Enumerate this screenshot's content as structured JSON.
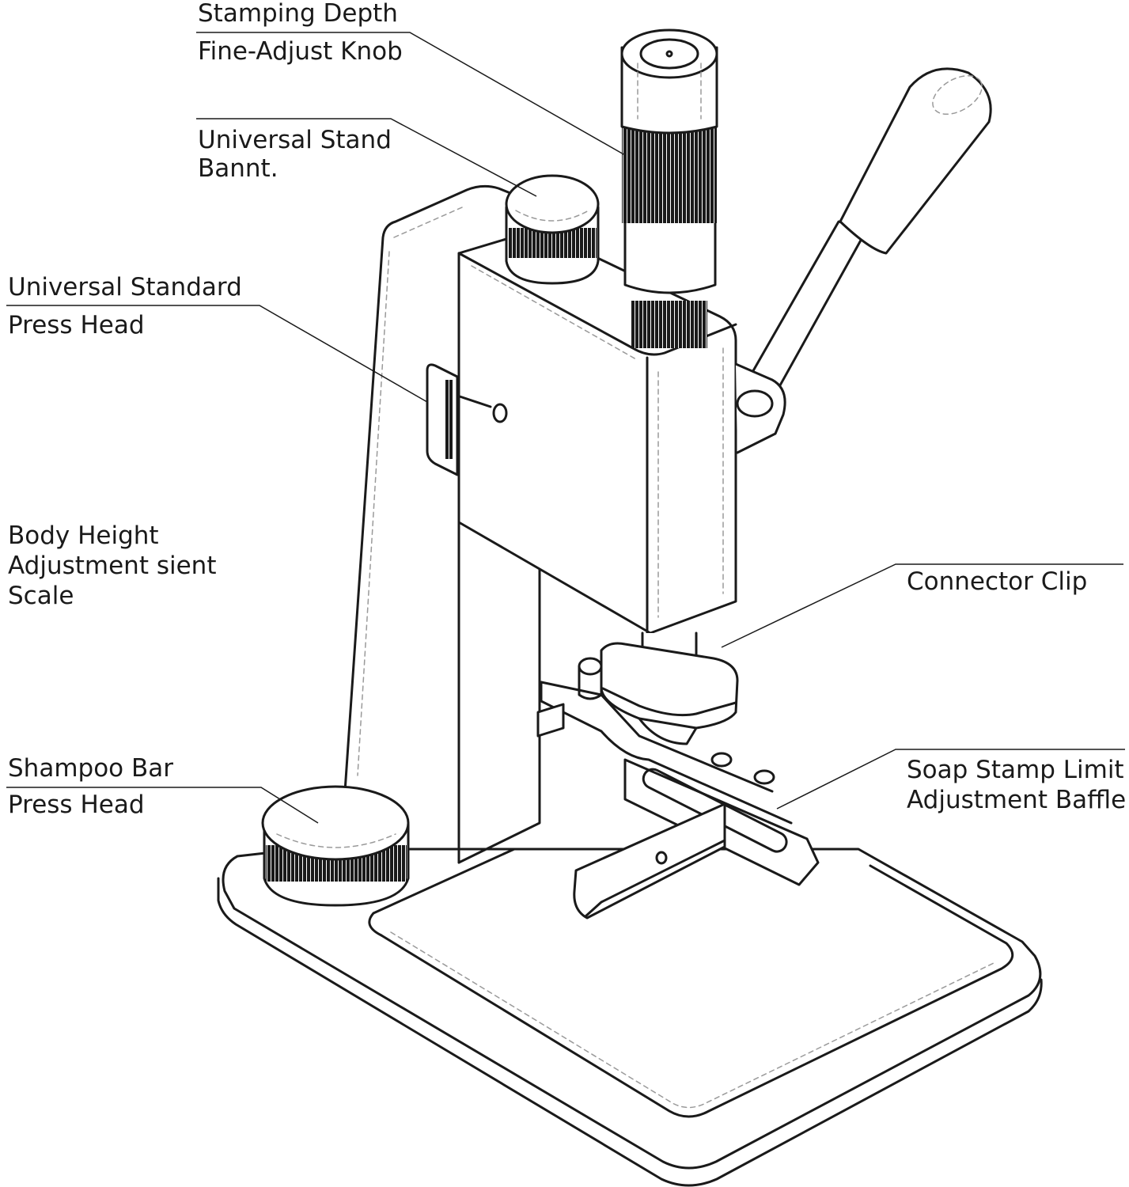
{
  "labels": {
    "stamping_depth_line1": "Stamping Depth",
    "stamping_depth_line2": "Fine-Adjust Knob",
    "universal_stand_line1": "Universal Stand",
    "universal_stand_line2": "Bannt.",
    "universal_press_head_line1": "Universal Standard",
    "universal_press_head_line2": "Press Head",
    "body_height_line1": "Body Height",
    "body_height_line2": "Adjustment sient",
    "body_height_line3": "Scale",
    "shampoo_bar_line1": "Shampoo Bar",
    "shampoo_bar_line2": "Press Head",
    "connector_clip": "Connector Clip",
    "soap_stamp_line1": "Soap Stamp Limit",
    "soap_stamp_line2": "Adjustment Baffle"
  },
  "colors": {
    "ink": "#1a1a1a",
    "paper": "#ffffff",
    "dashed": "#9a9a9a"
  }
}
